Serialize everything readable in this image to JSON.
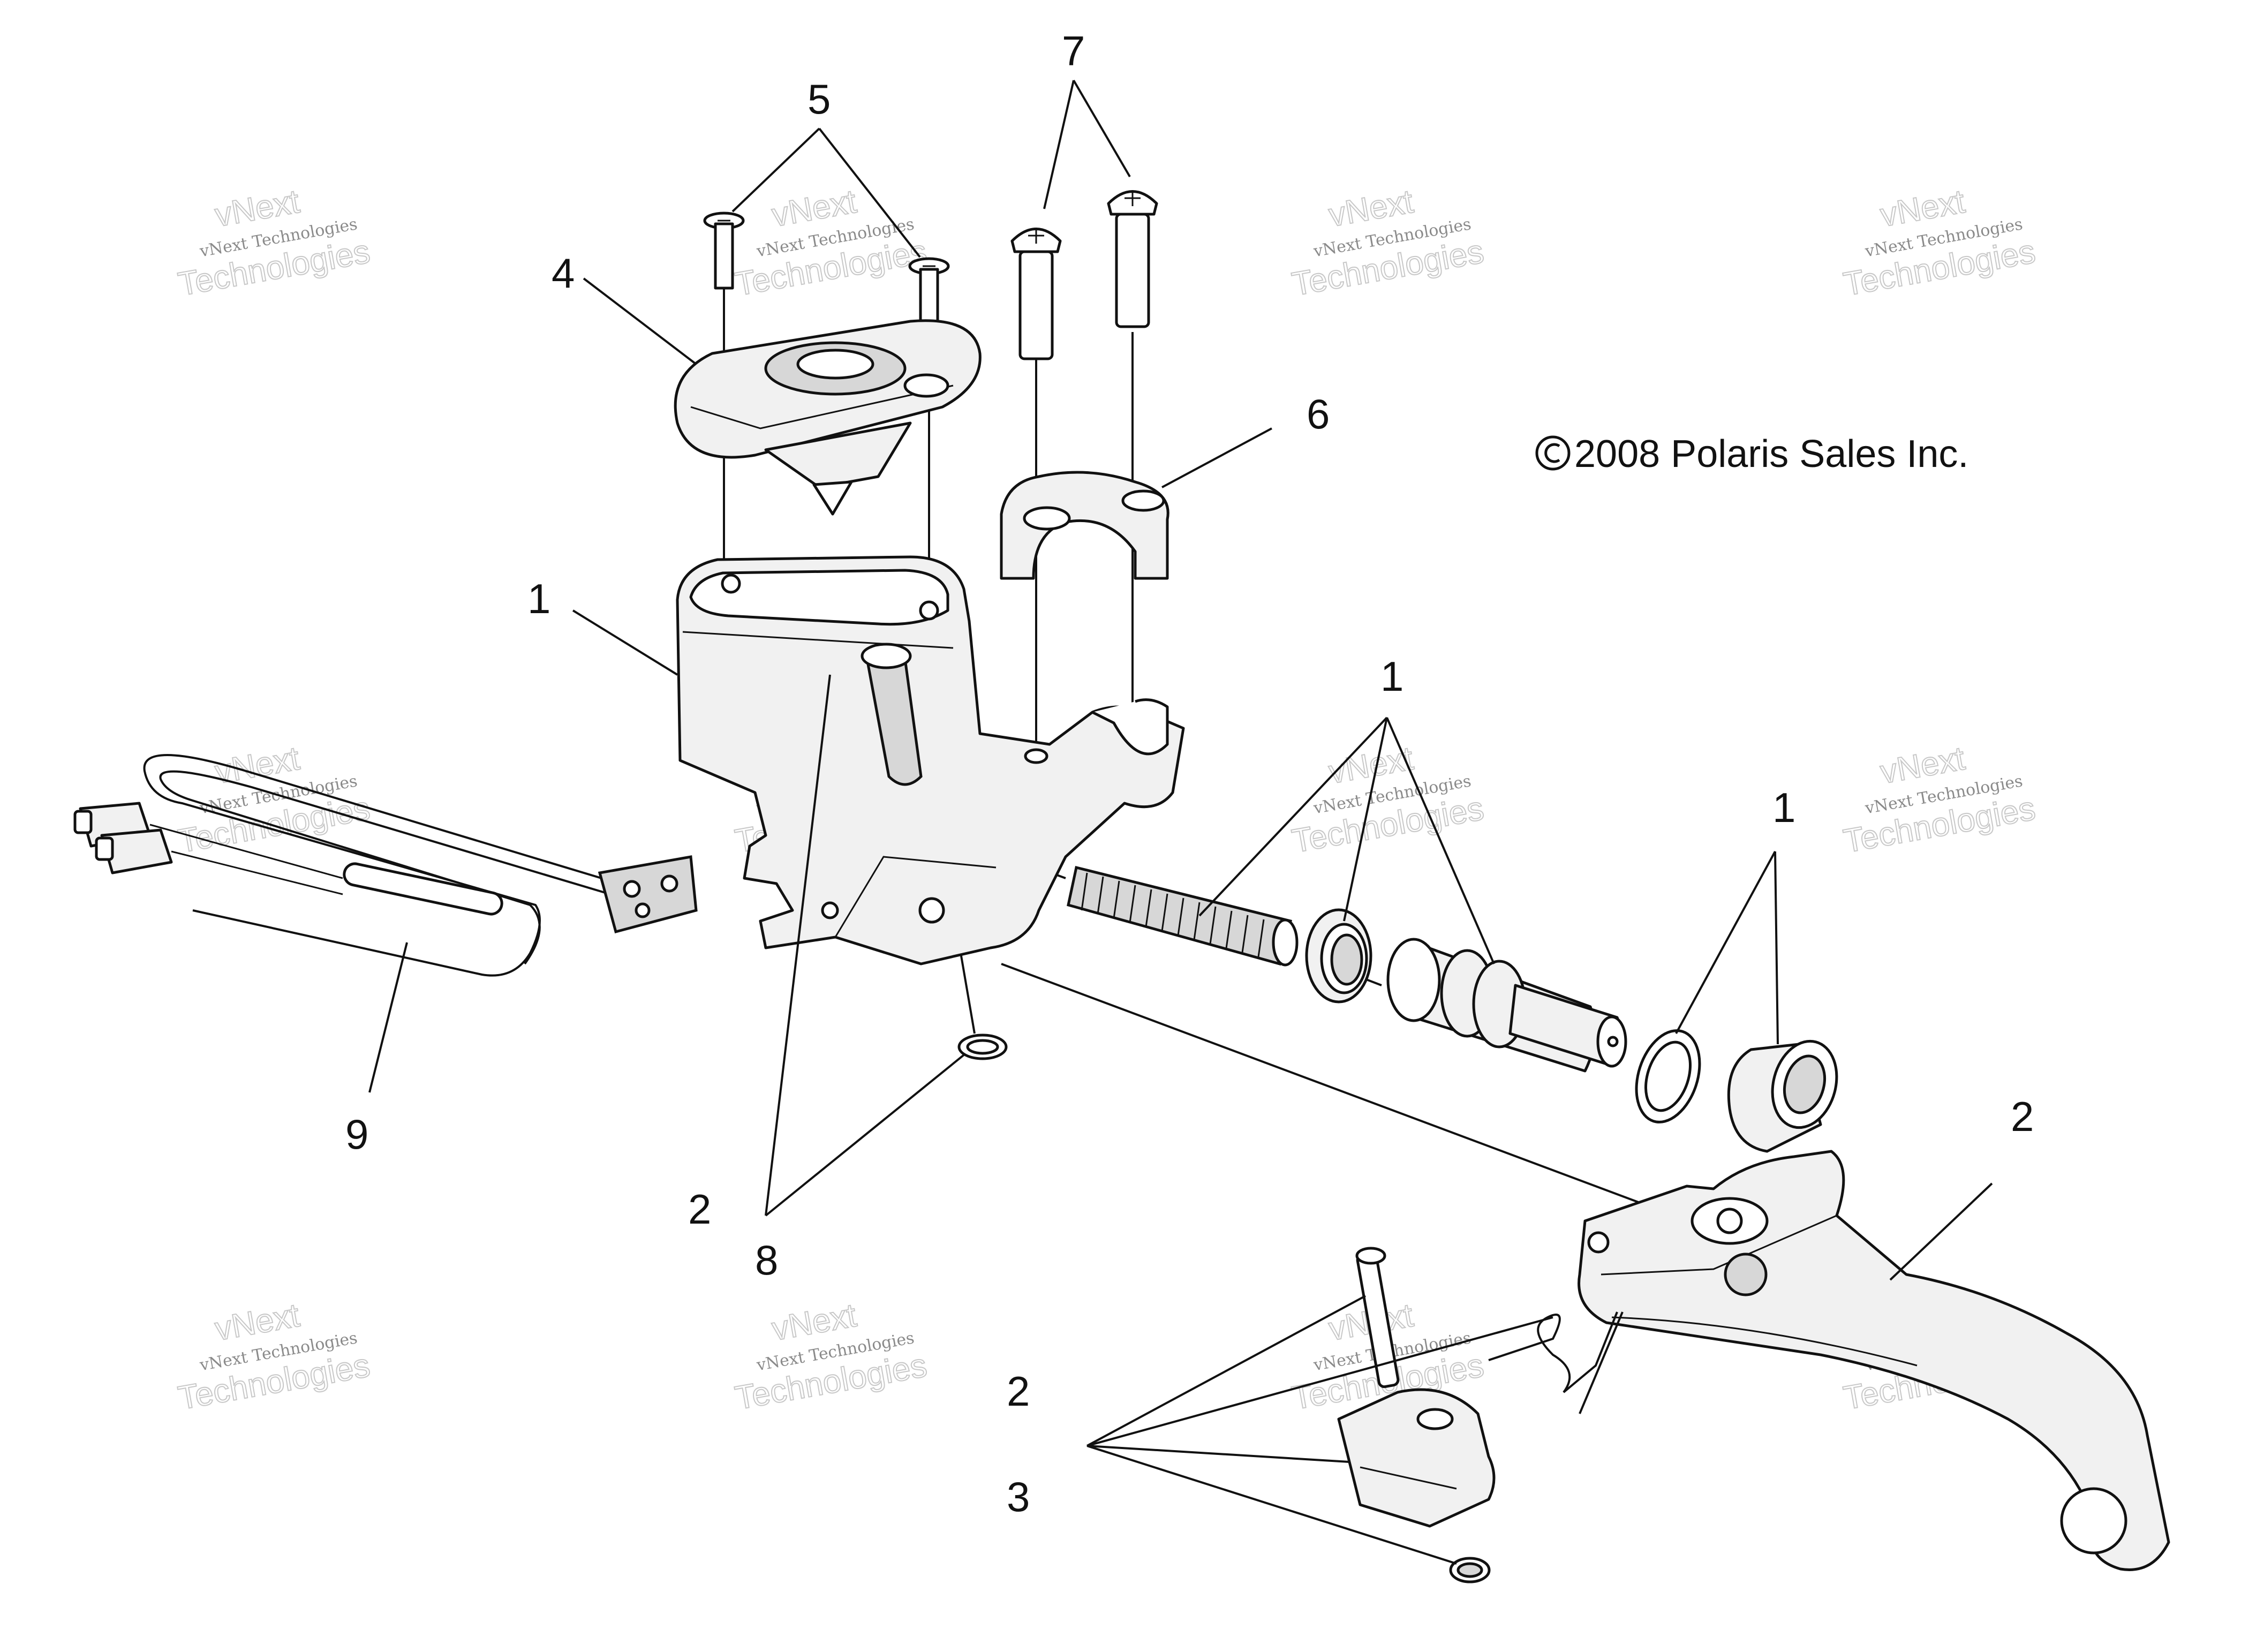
{
  "copyright": "2008 Polaris Sales Inc.",
  "watermark": {
    "line1": "vNext Technologies",
    "outline_top": "vNext",
    "outline_bottom": "Technologies"
  },
  "callouts": {
    "c5": "5",
    "c7": "7",
    "c4": "4",
    "c6": "6",
    "c1_reservoir": "1",
    "c1_spring": "1",
    "c1_boot": "1",
    "c9": "9",
    "c2_lever": "2",
    "c2_clip": "2",
    "c8": "8",
    "c2_switch": "2",
    "c3": "3"
  }
}
